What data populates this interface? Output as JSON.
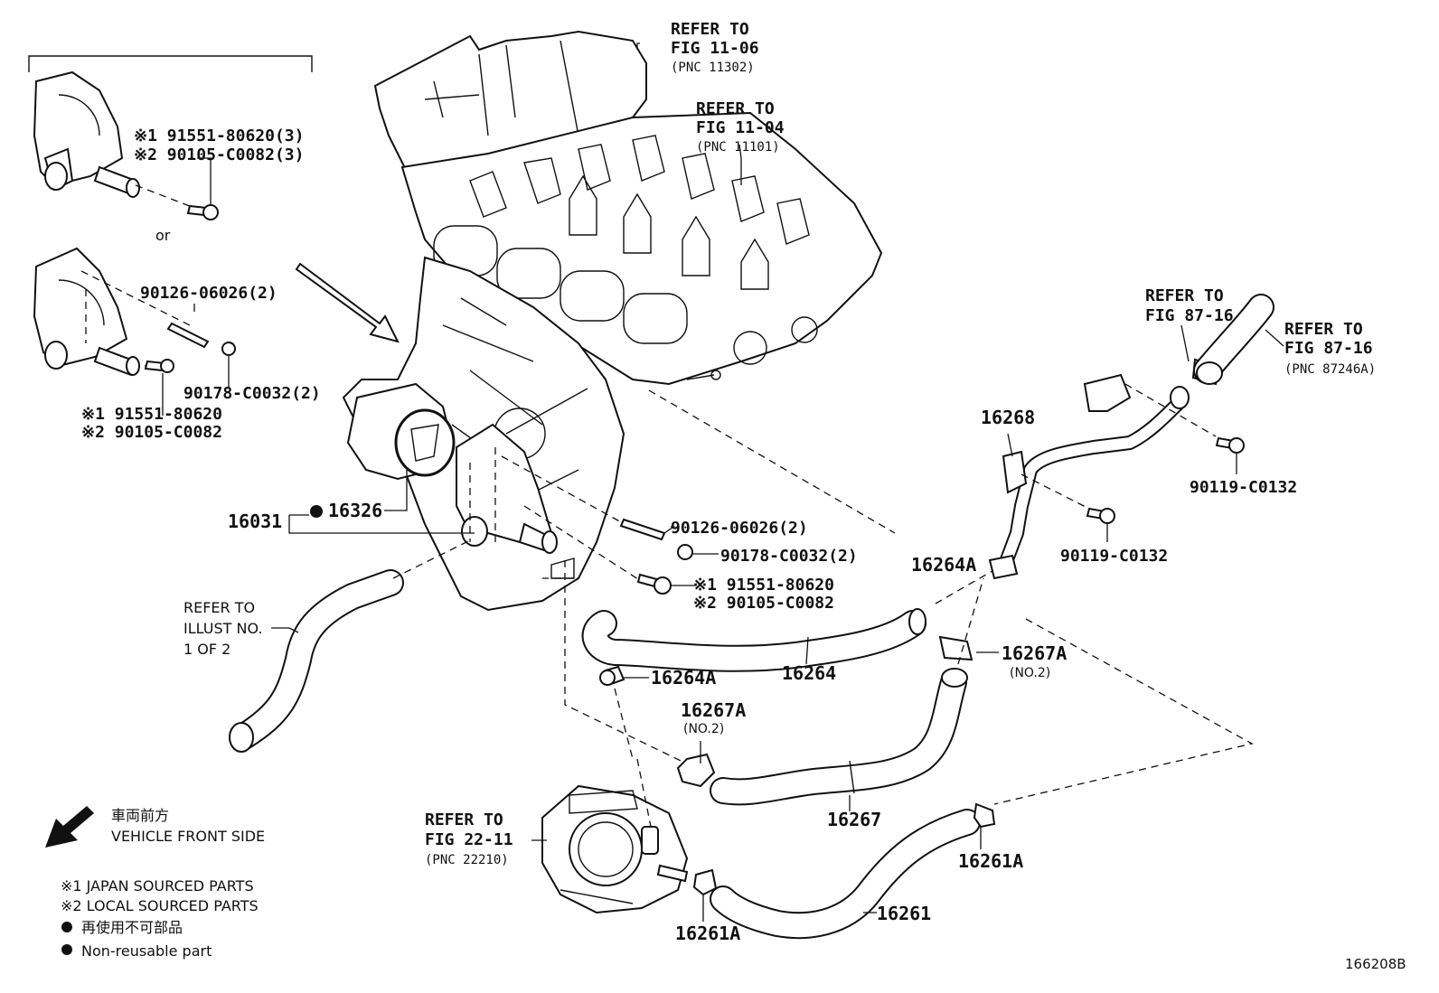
{
  "refs": {
    "fig_11_06": {
      "l1": "REFER TO",
      "l2": "FIG 11-06",
      "l3": "(PNC 11302)"
    },
    "fig_11_04": {
      "l1": "REFER TO",
      "l2": "FIG 11-04",
      "l3": "(PNC 11101)"
    },
    "fig_87_16_a": {
      "l1": "REFER TO",
      "l2": "FIG 87-16"
    },
    "fig_87_16_b": {
      "l1": "REFER TO",
      "l2": "FIG 87-16",
      "l3": "(PNC 87246A)"
    },
    "illust_1_of_2": {
      "l1": "REFER TO",
      "l2": "ILLUST NO.",
      "l3": "1 OF 2"
    },
    "fig_22_11": {
      "l1": "REFER TO",
      "l2": "FIG 22-11",
      "l3": "(PNC 22210)"
    }
  },
  "top_inset": {
    "bolt_a_1": "※1 91551-80620(3)",
    "bolt_a_2": "※2 90105-C0082(3)",
    "or": "or",
    "stud": "90126-06026(2)",
    "nut": "90178-C0032(2)",
    "bolt_b_1": "※1 91551-80620",
    "bolt_b_2": "※2 90105-C0082"
  },
  "parts": {
    "p16031": "16031",
    "p16326": "16326",
    "stud_main": "90126-06026(2)",
    "nut_main": "90178-C0032(2)",
    "bolt_main_1": "※1 91551-80620",
    "bolt_main_2": "※2 90105-C0082",
    "p16268": "16268",
    "p90119_a": "90119-C0132",
    "p90119_b": "90119-C0132",
    "p16264A_a": "16264A",
    "p16264A_b": "16264A",
    "p16264": "16264",
    "p16267A_a": "16267A",
    "p16267A_a_sub": "(NO.2)",
    "p16267A_b": "16267A",
    "p16267A_b_sub": "(NO.2)",
    "p16267": "16267",
    "p16261A_a": "16261A",
    "p16261A_b": "16261A",
    "p16261": "16261"
  },
  "legend": {
    "front_jp": "車両前方",
    "front_en": "VEHICLE FRONT SIDE",
    "note1": "※1 JAPAN SOURCED PARTS",
    "note2": "※2 LOCAL SOURCED PARTS",
    "nonreuse_jp": "再使用不可部品",
    "nonreuse_en": "Non-reusable part"
  },
  "figure_id": "166208B"
}
